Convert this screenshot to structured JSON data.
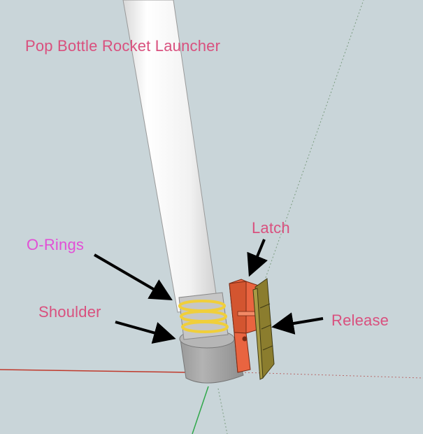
{
  "diagram": {
    "title": "Pop Bottle Rocket Launcher",
    "labels": {
      "orings": "O-Rings",
      "shoulder": "Shoulder",
      "latch": "Latch",
      "release": "Release"
    }
  },
  "colors": {
    "background": "#c9d5d9",
    "title_text": "#d9507e",
    "label_text": "#d9507e",
    "orings_text": "#e24fd6",
    "arrow": "#000000",
    "tube": "#f4f4f4",
    "shoulder": "#a3a3a3",
    "oring": "#f0cf3a",
    "latch": "#e96440",
    "release_plate": "#8b7d2e",
    "axis_red": "#c0392b",
    "axis_green": "#2fa84a",
    "axis_guides": "#7d9d82"
  },
  "icons": [
    "arrow-icon"
  ]
}
